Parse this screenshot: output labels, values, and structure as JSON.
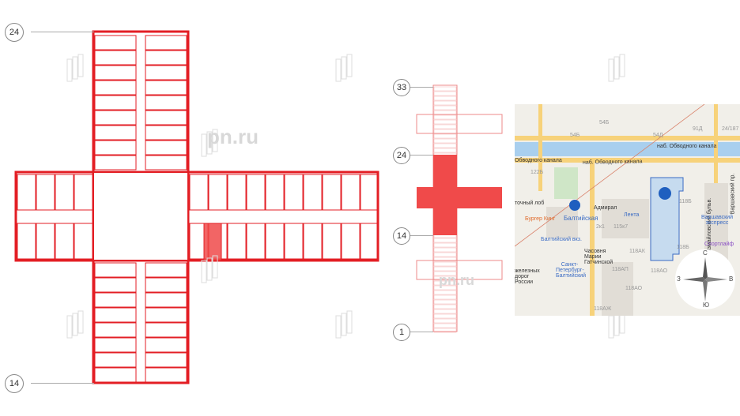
{
  "watermark": "pn.ru",
  "floor_plan": {
    "floor_markers": [
      "24",
      "14"
    ],
    "selected_color": "#f04a4a",
    "wall_color": "#e31e24"
  },
  "key_plan": {
    "floor_markers": [
      "33",
      "24",
      "14",
      "1"
    ],
    "highlighted_range": [
      "14",
      "24"
    ]
  },
  "map": {
    "streets": [
      "наб. Обводного канала",
      "наб. Обводного канала",
      "Обводного канала",
      "Измайловский бульв.",
      "Варшавский пр."
    ],
    "metro": "Балтийская",
    "places": [
      {
        "name": "Бургер Кинг",
        "kind": "orange"
      },
      {
        "name": "Адмирал",
        "kind": "dark"
      },
      {
        "name": "Лента",
        "kind": "blue"
      },
      {
        "name": "Балтийский вкз.",
        "kind": "blue"
      },
      {
        "name": "Часовня Марии Гатчинской",
        "kind": "dark"
      },
      {
        "name": "Санкт-Петербург-Балтийский",
        "kind": "blue"
      },
      {
        "name": "Варшавский экспресс",
        "kind": "blue"
      },
      {
        "name": "Спортлайф",
        "kind": "purple"
      },
      {
        "name": "железных дорог России",
        "kind": "dark"
      },
      {
        "name": "точный лоб",
        "kind": "dark"
      }
    ],
    "buildings": [
      "118Б",
      "118Б",
      "115к7",
      "2к1",
      "118АК",
      "118АО",
      "118АП",
      "118АО",
      "118АЖ",
      "54Б",
      "54Б",
      "54Д",
      "91Д",
      "122Б",
      "24/187"
    ],
    "compass": {
      "n": "С",
      "s": "Ю",
      "w": "З",
      "e": "В"
    },
    "accent": "#1f5fbf"
  }
}
